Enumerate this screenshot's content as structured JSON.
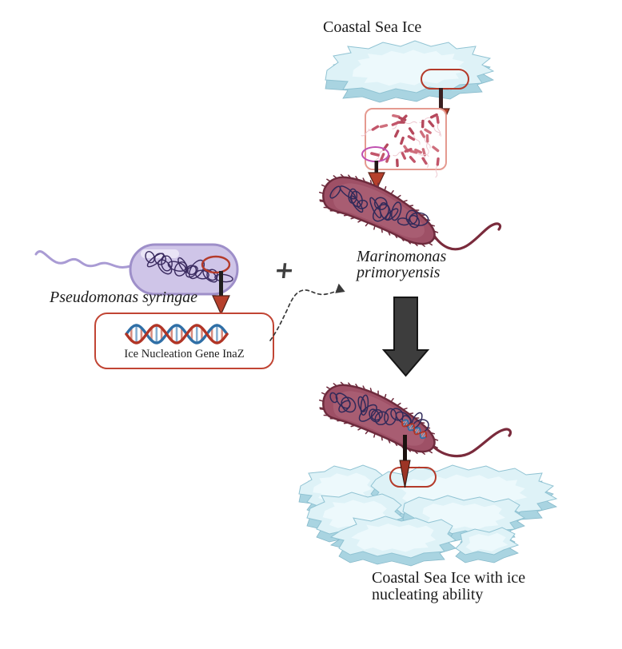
{
  "labels": {
    "top_ice": "Coastal Sea Ice",
    "marinomonas_line1": "Marinomonas",
    "marinomonas_line2": "primoryensis",
    "pseudomonas": "Pseudomonas syringae",
    "gene": "Ice Nucleation Gene InaZ",
    "plus": "+",
    "result_line1": "Coastal Sea Ice with ice",
    "result_line2": "nucleating ability"
  },
  "colors": {
    "accent_red": "#b43a2a",
    "arrowhead_red": "#b6402c",
    "sample_box_border": "#e59a90",
    "highlight_magenta": "#c050b0",
    "bacterium_body": "#9e5066",
    "bacterium_body_light": "#a85d72",
    "bacterium_outline": "#6e2b3d",
    "flagellum_maroon": "#7a2b3c",
    "pseudomonas_body": "#cfc5e8",
    "pseudomonas_outline": "#9e8fc9",
    "pseudomonas_flagellum": "#a99bd4",
    "dna_tangle": "#312a5a",
    "pseudomonas_tangle": "#3a2b60",
    "rod_pink": "#c2556a",
    "helix_red": "#b13526",
    "helix_blue": "#2f6fa6",
    "ice_top": "#def2f7",
    "ice_inner": "#edf9fc",
    "ice_side": "#a9d4e1",
    "ice_stroke": "#90c3d3",
    "arrow_dark": "#3d3d3d"
  }
}
